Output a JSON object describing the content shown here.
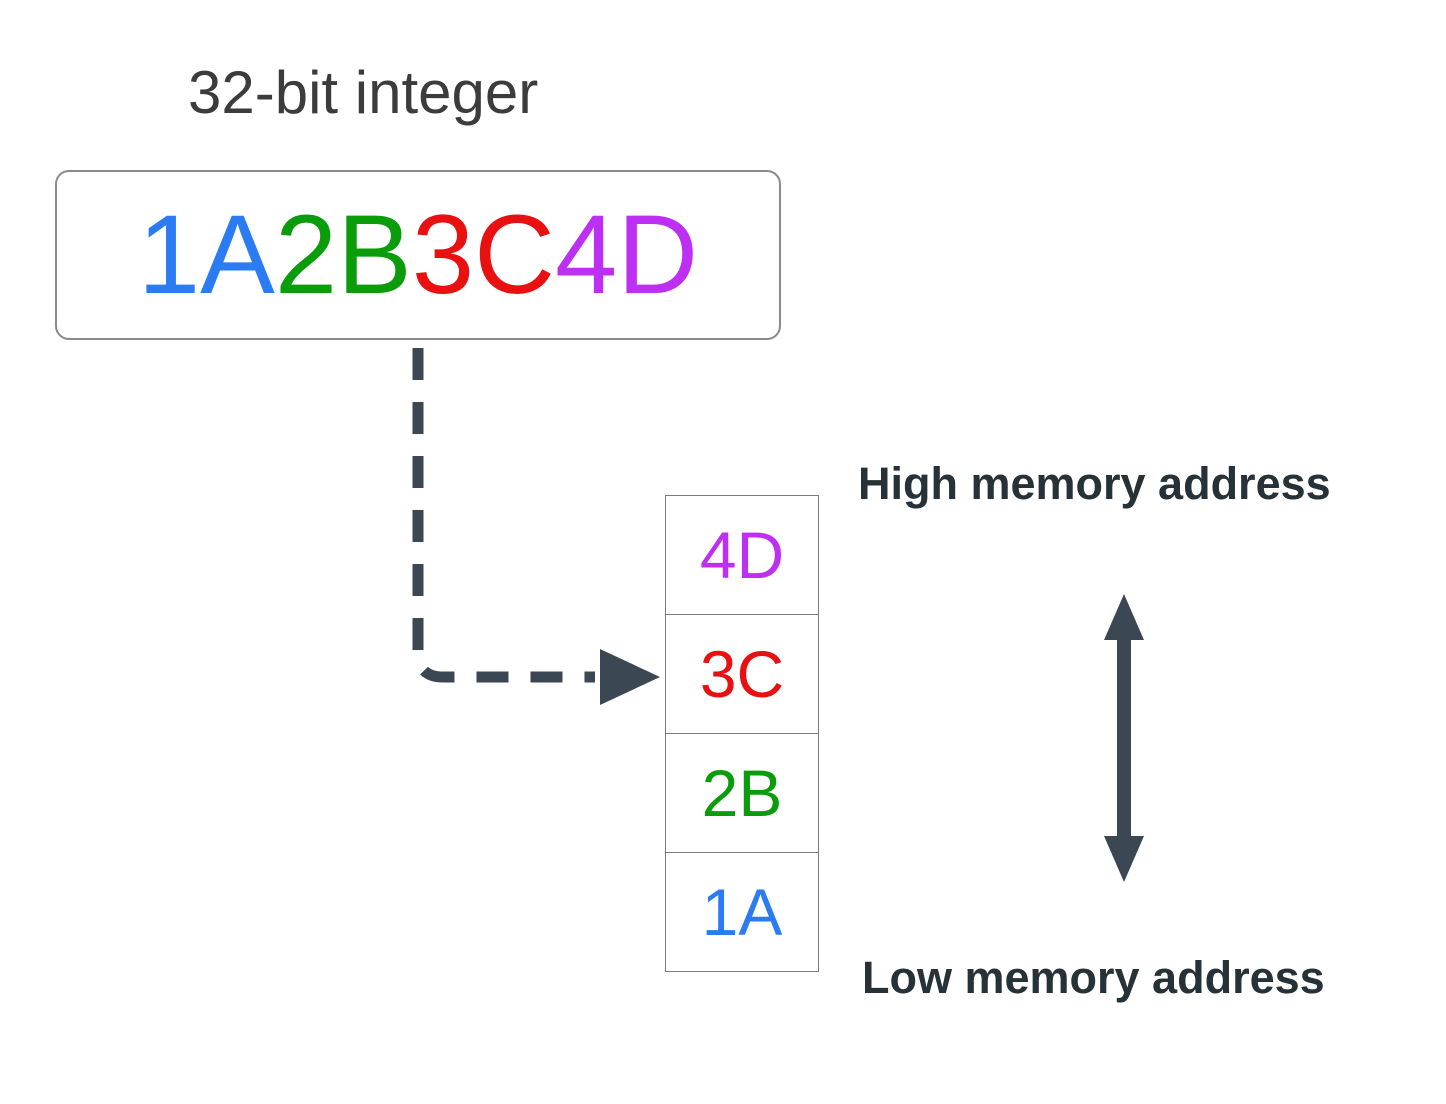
{
  "title": "32-bit integer",
  "integer": {
    "bytes": [
      {
        "text": "1A",
        "color": "#2b7bf3"
      },
      {
        "text": "2B",
        "color": "#0b9c0b"
      },
      {
        "text": "3C",
        "color": "#e81010"
      },
      {
        "text": "4D",
        "color": "#bd2ff2"
      }
    ]
  },
  "memory": {
    "cells": [
      {
        "text": "4D",
        "color": "#bd2ff2"
      },
      {
        "text": "3C",
        "color": "#e81010"
      },
      {
        "text": "2B",
        "color": "#0b9c0b"
      },
      {
        "text": "1A",
        "color": "#2b7bf3"
      }
    ],
    "high_label": "High memory address",
    "low_label": "Low memory address"
  },
  "colors": {
    "arrow": "#3b4752",
    "title_text": "#3c3c3c",
    "label_text": "#263238",
    "box_border": "#8a8a8a",
    "cell_border": "#7d7d7d",
    "background": "#ffffff"
  }
}
